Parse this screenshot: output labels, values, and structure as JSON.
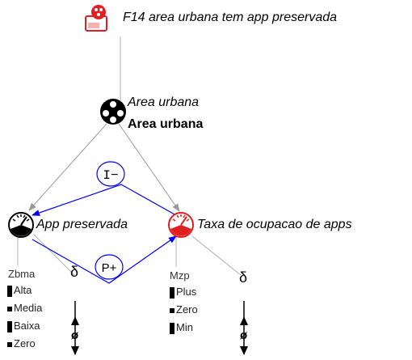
{
  "scenario": {
    "title": "F14 area urbana tem app preservada",
    "icon": "scenario-icon",
    "color": "#e02020"
  },
  "entity": {
    "name_italic": "Area urbana",
    "name_bold": "Area urbana",
    "icon": "entity-icon"
  },
  "quantities": [
    {
      "id": "app-preservada",
      "label": "App preservada",
      "icon": "quantity-icon",
      "color": "#000000",
      "qspace_name": "Zbma",
      "qspace": [
        "Alta",
        "Media",
        "Baixa",
        "Zero"
      ],
      "derivative_symbol": "δ",
      "derivative_value": "ø"
    },
    {
      "id": "taxa-ocupacao",
      "label": "Taxa de ocupacao de apps",
      "icon": "quantity-icon",
      "color": "#e02020",
      "qspace_name": "Mzp",
      "qspace": [
        "Plus",
        "Zero",
        "Min"
      ],
      "derivative_symbol": "δ",
      "derivative_value": "ø"
    }
  ],
  "relations": [
    {
      "label": "I−",
      "from": "taxa-ocupacao",
      "to": "app-preservada"
    },
    {
      "label": "P+",
      "from": "app-preservada",
      "to": "taxa-ocupacao"
    }
  ],
  "colors": {
    "relation": "#0000ff",
    "structure_line": "#b0b0b0",
    "highlight": "#e02020"
  }
}
